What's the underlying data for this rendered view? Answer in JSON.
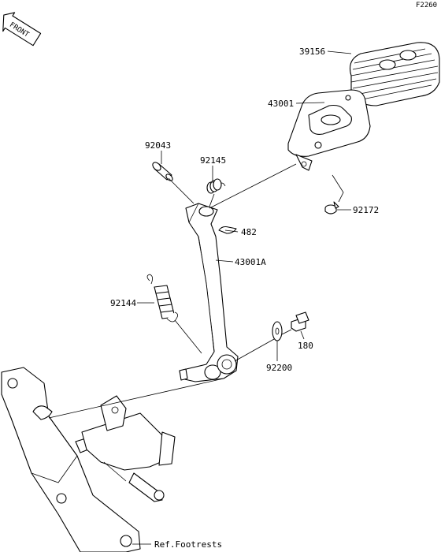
{
  "diagram_code": "F2260",
  "front_badge": "FRONT",
  "parts": {
    "p39156": "39156",
    "p43001": "43001",
    "p92043": "92043",
    "p92145": "92145",
    "p92172": "92172",
    "p482": "482",
    "p43001A": "43001A",
    "p92144": "92144",
    "p180": "180",
    "p92200": "92200"
  },
  "reference": "Ref.Footrests"
}
